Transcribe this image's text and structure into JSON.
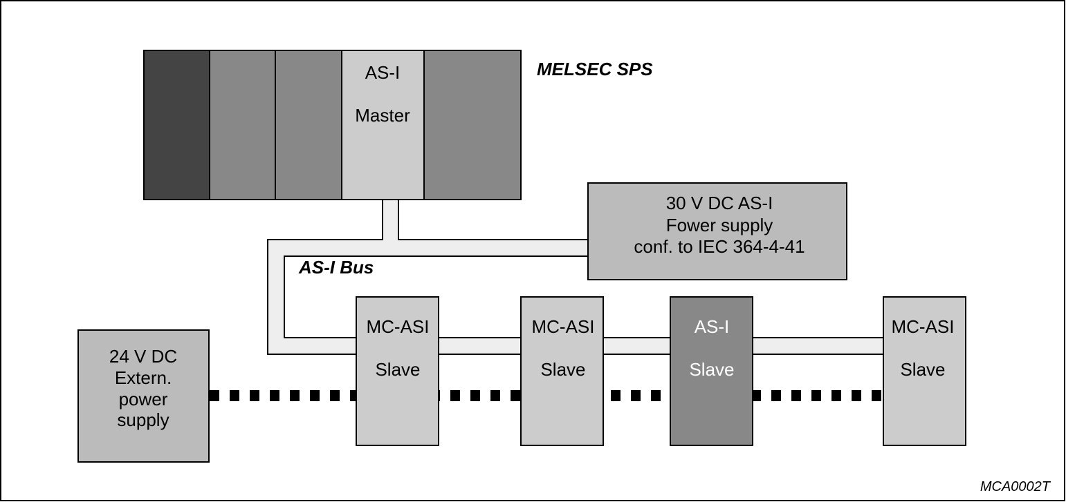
{
  "plc": {
    "label": "MELSEC SPS",
    "master_label_1": "AS-I",
    "master_label_2": "Master",
    "colors": {
      "dark": "#444444",
      "mid": "#888888",
      "light": "#cccccc"
    }
  },
  "bus": {
    "label": "AS-I Bus"
  },
  "power_supply_30v": {
    "line1": "30 V DC AS-I",
    "line2": "Fower supply",
    "line3": "conf. to IEC 364-4-41"
  },
  "power_supply_24v": {
    "line1": "24 V DC",
    "line2": "Extern.",
    "line3": "power",
    "line4": "supply"
  },
  "slaves": [
    {
      "line1": "MC-ASI",
      "line2": "Slave"
    },
    {
      "line1": "MC-ASI",
      "line2": "Slave"
    },
    {
      "line1": "AS-I",
      "line2": "Slave"
    },
    {
      "line1": "MC-ASI",
      "line2": "Slave"
    }
  ],
  "figure_ref": "MCA0002T"
}
